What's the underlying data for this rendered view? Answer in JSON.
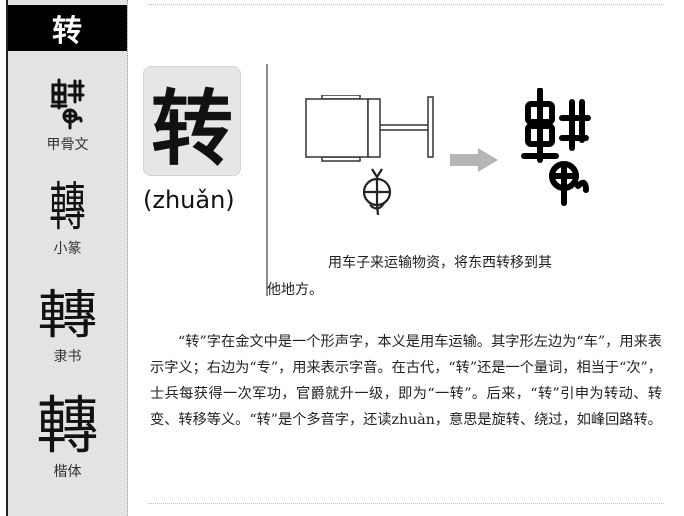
{
  "sidebar": {
    "title_char": "转",
    "forms": [
      {
        "glyph": "𨏊",
        "label": "甲骨文",
        "style": "oracle-bone"
      },
      {
        "glyph": "轉",
        "label": "小篆",
        "style": "small-seal"
      },
      {
        "glyph": "轉",
        "label": "隶书",
        "style": "clerical"
      },
      {
        "glyph": "轉",
        "label": "楷体",
        "style": "regular"
      }
    ]
  },
  "main": {
    "character": "转",
    "pinyin": "(zhuǎn)",
    "illustration": {
      "description": "cart-top-view-icon",
      "arrow": "right-arrow-icon",
      "oracle_form": "轉"
    },
    "caption": {
      "line1": "用车子来运输物资，将东西转移到其",
      "line2": "他地方。"
    },
    "explanation": "“转”字在金文中是一个形声字，本义是用车运输。其字形左边为“车”，用来表示字义；右边为“专”，用来表示字音。在古代，“转”还是一个量词，相当于“次”，士兵每获得一次军功，官爵就升一级，即为“一转”。后来，“转”引申为转动、转变、转移等义。“转”是个多音字，还读zhuàn，意思是旋转、绕过，如峰回路转。"
  },
  "colors": {
    "sidebar_bg": "#e3e3e3",
    "title_bg": "#000000",
    "title_fg": "#ffffff",
    "card_bg": "#e6e6e6",
    "divider": "#8c8c8c",
    "arrow": "#b5b5b5"
  }
}
